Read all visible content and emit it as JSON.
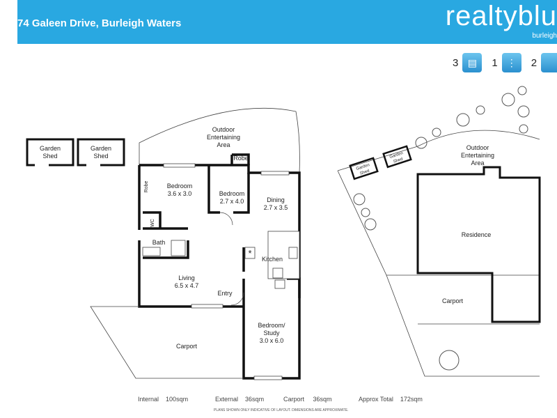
{
  "header": {
    "address": "74 Galeen Drive, Burleigh Waters",
    "logo": "realtyblu",
    "logo_sub": "burleigh",
    "color": "#29a8e1"
  },
  "features": [
    {
      "count": "3",
      "icon": "bed-icon"
    },
    {
      "count": "1",
      "icon": "shower-icon"
    },
    {
      "count": "2",
      "icon": "car-icon"
    }
  ],
  "floorplan": {
    "garden_shed": "Garden Shed",
    "garden_shed_l1": "Garden",
    "garden_shed_l2": "Shed",
    "outdoor_l1": "Outdoor",
    "outdoor_l2": "Entertaining",
    "outdoor_l3": "Area",
    "robe": "Robe",
    "bedroom1": "Bedroom",
    "bedroom1_size": "3.6 x 3.0",
    "bedroom2": "Bedroom",
    "bedroom2_size": "2.7 x 4.0",
    "dining": "Dining",
    "dining_size": "2.7 x 3.5",
    "wc": "WC",
    "bath": "Bath",
    "kitchen": "Kitchen",
    "living": "Living",
    "living_size": "6.5 x 4.7",
    "entry": "Entry",
    "study_l1": "Bedroom/",
    "study_l2": "Study",
    "study_size": "3.0 x 6.0",
    "carport": "Carport"
  },
  "siteplan": {
    "garden_l1": "Garden",
    "garden_l2": "Shed",
    "outdoor_l1": "Outdoor",
    "outdoor_l2": "Entertaining",
    "outdoor_l3": "Area",
    "residence": "Residence",
    "carport": "Carport"
  },
  "areas": [
    {
      "label": "Internal",
      "value": "100sqm"
    },
    {
      "label": "External",
      "value": "36sqm"
    },
    {
      "label": "Carport",
      "value": "36sqm"
    },
    {
      "label": "Approx Total",
      "value": "172sqm"
    }
  ],
  "disclaimer": "PLANS SHOWN ONLY INDICATIVE OF LAYOUT.  DIMENSIONS ARE APPROXIMATE."
}
